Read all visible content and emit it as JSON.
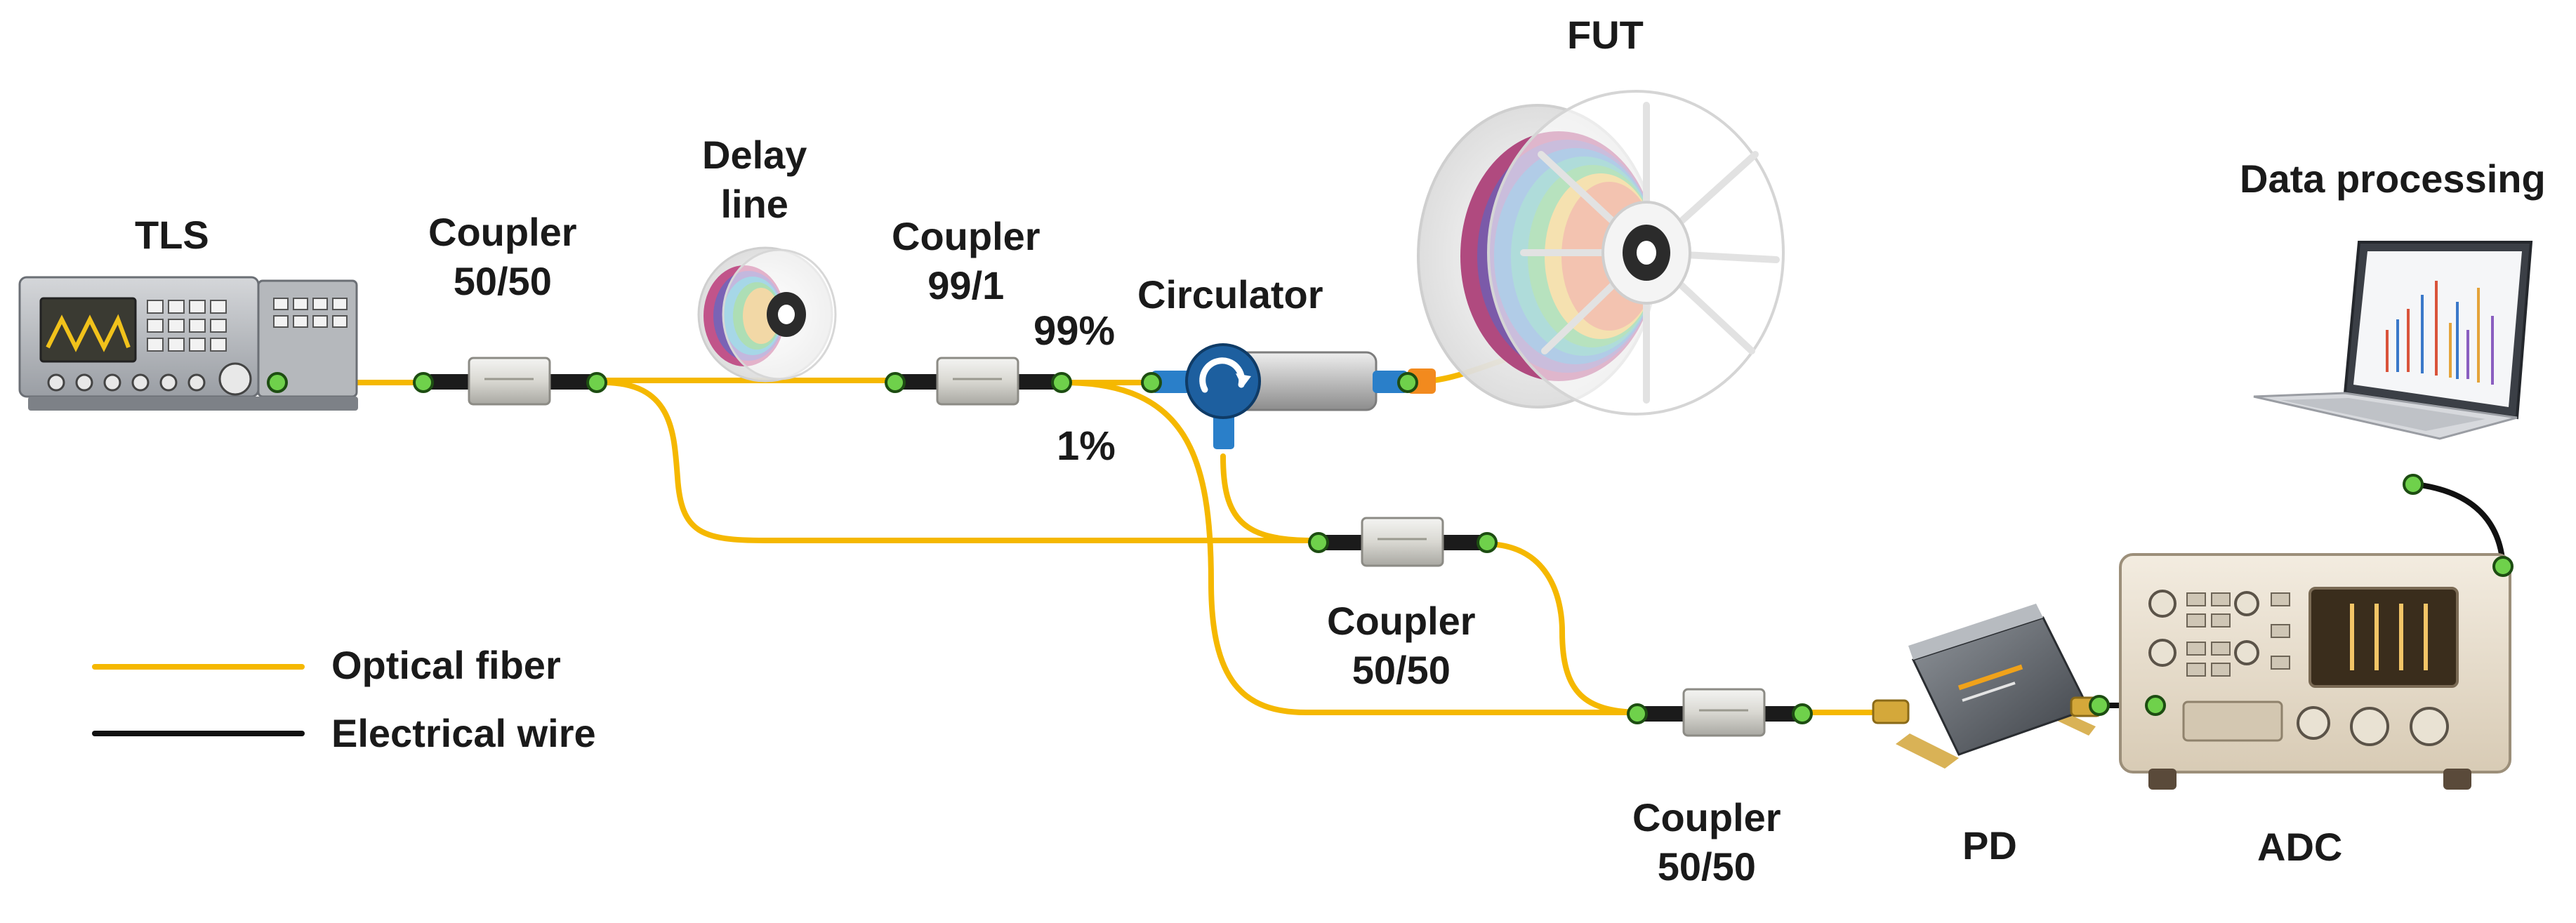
{
  "colors": {
    "optical_fiber": "#F5B800",
    "electrical_wire": "#111111",
    "connector": "#6FD14B",
    "connector_ring": "#1d4d12",
    "circulator_blue": "#2a7fc9"
  },
  "labels": {
    "tls": "TLS",
    "coupler1": [
      "Coupler",
      "50/50"
    ],
    "delay": [
      "Delay",
      "line"
    ],
    "coupler2": [
      "Coupler",
      "99/1"
    ],
    "pct99": "99%",
    "pct1": "1%",
    "circulator": "Circulator",
    "fut": "FUT",
    "data_processing": "Data processing",
    "coupler3": [
      "Coupler",
      "50/50"
    ],
    "coupler4": [
      "Coupler",
      "50/50"
    ],
    "pd": "PD",
    "adc": "ADC"
  },
  "legend": {
    "optical": "Optical fiber",
    "electrical": "Electrical wire"
  },
  "icons": [
    "tunable-laser-source-icon",
    "fiber-coupler-icon",
    "fiber-spool-icon",
    "circulator-icon",
    "photodetector-icon",
    "oscilloscope-adc-icon",
    "laptop-icon"
  ]
}
